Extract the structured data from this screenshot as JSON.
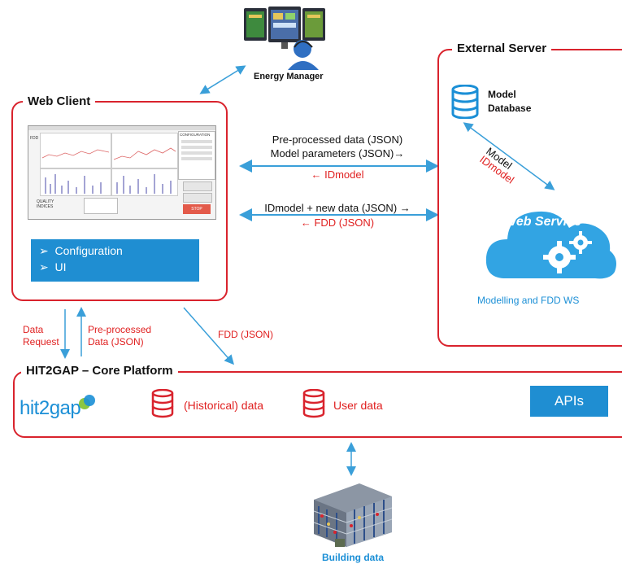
{
  "energy_manager": {
    "label": "Energy Manager"
  },
  "web_client": {
    "title": "Web Client",
    "menu": [
      "Configuration",
      "UI"
    ],
    "screen": {
      "left_label": "FDD",
      "panel_title": "CONFIGURATION",
      "quality_label": "QUALITY INDICES",
      "stop_label": "STOP"
    }
  },
  "external_server": {
    "title": "External Server",
    "database_label": [
      "Model",
      "Database"
    ],
    "web_service_label": "Web Service",
    "ws_caption": "Modelling and FDD WS",
    "link_model": "Model",
    "link_idmodel": "IDmodel"
  },
  "flows": {
    "upper_line1": "Pre-processed data (JSON)",
    "upper_line2": "Model parameters (JSON)→",
    "upper_return": "← IDmodel",
    "lower_line1": "IDmodel + new data (JSON) →",
    "lower_return": "← FDD (JSON)",
    "data_request": [
      "Data",
      "Request"
    ],
    "preprocessed": [
      "Pre-processed",
      "Data (JSON)"
    ],
    "fdd_json": "FDD (JSON)"
  },
  "core": {
    "title": "HIT2GAP – Core Platform",
    "logo": "hit2gap",
    "historical": "(Historical) data",
    "user_data": "User data",
    "apis": "APIs"
  },
  "building": {
    "label": "Building data"
  },
  "colors": {
    "red": "#d9232d",
    "blue": "#1b8fd6",
    "arrow": "#3a9fd9"
  }
}
